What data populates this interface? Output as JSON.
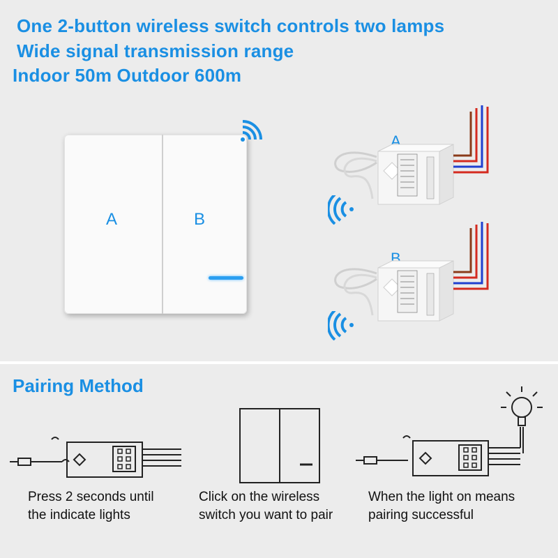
{
  "header": {
    "line1": "One 2-button wireless switch controls two lamps",
    "line2": "Wide signal transmission range",
    "line3": "Indoor 50m  Outdoor 600m"
  },
  "switch": {
    "button_a": "A",
    "button_b": "B"
  },
  "receivers": [
    {
      "label": "A"
    },
    {
      "label": "B"
    }
  ],
  "pairing": {
    "title": "Pairing Method",
    "steps": [
      {
        "line1": "Press 2 seconds until",
        "line2": "the indicate lights"
      },
      {
        "line1": "Click on the wireless",
        "line2": "switch you want to pair"
      },
      {
        "line1": "When the light on means",
        "line2": "pairing successful"
      }
    ]
  },
  "colors": {
    "accent": "#1a8fe3",
    "wire_red": "#d42a1f",
    "wire_blue": "#1f3fd0",
    "wire_brown": "#8a3b1a"
  }
}
